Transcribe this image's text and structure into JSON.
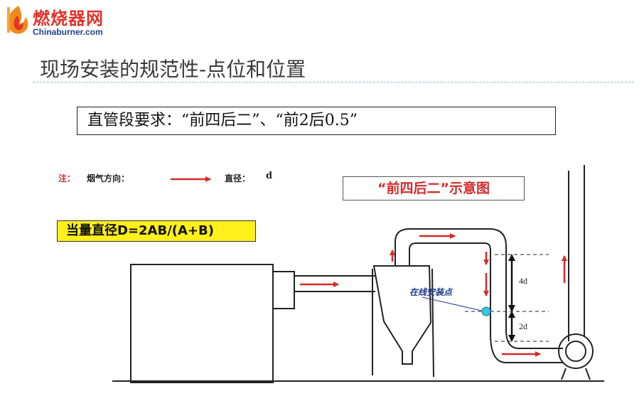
{
  "logo": {
    "cn": "燃烧器网",
    "en": "Chinaburner.com"
  },
  "page_title": "现场安装的规范性-点位和位置",
  "requirement": "直管段要求：“前四后二”、“前2后0.5”",
  "note": {
    "prefix": "注：",
    "text": "烟气方向：",
    "diameter_label": "直径：",
    "diameter_symbol": "d"
  },
  "diagram_title": "“前四后二”示意图",
  "formula": "当量直径D=2AB/(A+B)",
  "install_point_label": "在线安装点",
  "dimensions": {
    "upstream": "4d",
    "downstream": "2d"
  },
  "colors": {
    "arrow": "#d42a2a",
    "formula_bg": "#ffef1a",
    "probe": "#38c6e8"
  }
}
